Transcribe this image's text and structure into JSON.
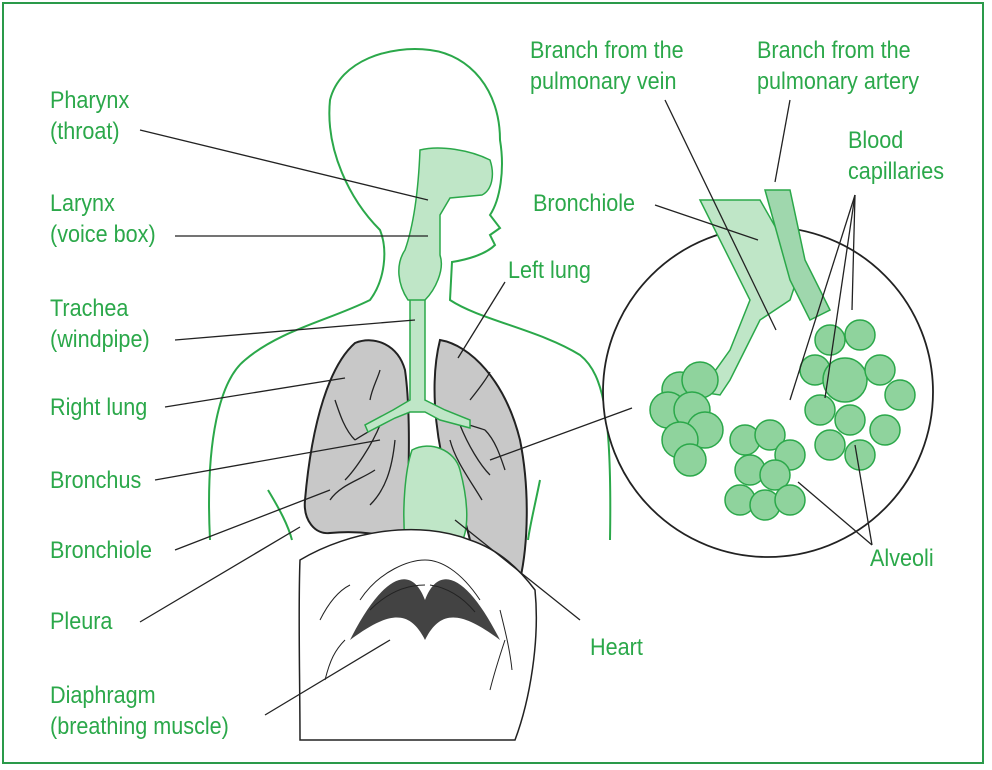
{
  "colors": {
    "accent": "#2ba84a",
    "lung_fill": "#c8c8c8",
    "organ_fill": "#bfe6c7",
    "line": "#222222"
  },
  "labels": {
    "pharynx": [
      "Pharynx",
      "(throat)"
    ],
    "larynx": [
      "Larynx",
      "(voice box)"
    ],
    "trachea": [
      "Trachea",
      "(windpipe)"
    ],
    "right_lung": "Right lung",
    "bronchus": "Bronchus",
    "bronchiole_left": "Bronchiole",
    "pleura": "Pleura",
    "diaphragm": [
      "Diaphragm",
      "(breathing muscle)"
    ],
    "pulmonary_vein": [
      "Branch from the",
      "pulmonary vein"
    ],
    "pulmonary_artery": [
      "Branch from the",
      "pulmonary artery"
    ],
    "blood_capillaries": [
      "Blood",
      "capillaries"
    ],
    "bronchiole_inset": "Bronchiole",
    "left_lung": "Left lung",
    "alveoli": "Alveoli",
    "heart": "Heart"
  }
}
